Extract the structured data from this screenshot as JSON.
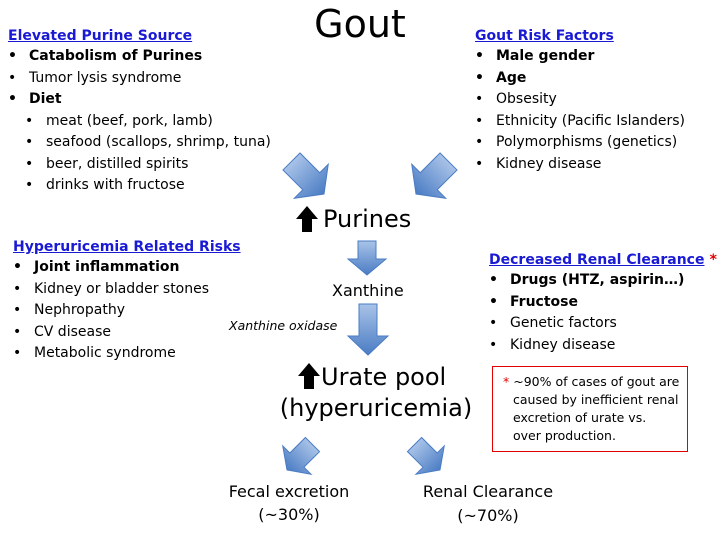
{
  "title": "Gout",
  "purine_source": {
    "heading": "Elevated Purine Source",
    "items": [
      {
        "text": "Catabolism of Purines",
        "bold": true,
        "level": 0
      },
      {
        "text": "Tumor lysis syndrome",
        "bold": false,
        "level": 0
      },
      {
        "text": "Diet",
        "bold": true,
        "level": 0
      },
      {
        "text": "meat (beef, pork, lamb)",
        "bold": false,
        "level": 1
      },
      {
        "text": "seafood (scallops, shrimp, tuna)",
        "bold": false,
        "level": 1
      },
      {
        "text": "beer, distilled spirits",
        "bold": false,
        "level": 1
      },
      {
        "text": "drinks with fructose",
        "bold": false,
        "level": 1
      }
    ]
  },
  "risk_factors": {
    "heading": "Gout Risk Factors",
    "items": [
      {
        "text": "Male gender",
        "bold": true
      },
      {
        "text": "Age",
        "bold": true
      },
      {
        "text": "Obsesity",
        "bold": false
      },
      {
        "text": "Ethnicity (Pacific Islanders)",
        "bold": false
      },
      {
        "text": "Polymorphisms (genetics)",
        "bold": false
      },
      {
        "text": "Kidney disease",
        "bold": false
      }
    ]
  },
  "hyperuricemia_risks": {
    "heading": "Hyperuricemia Related Risks",
    "items": [
      {
        "text": "Joint inflammation",
        "bold": true
      },
      {
        "text": "Kidney or bladder stones",
        "bold": false
      },
      {
        "text": "Nephropathy",
        "bold": false
      },
      {
        "text": "CV disease",
        "bold": false
      },
      {
        "text": "Metabolic syndrome",
        "bold": false
      }
    ]
  },
  "renal_clearance": {
    "heading": "Decreased Renal Clearance",
    "marker": "*",
    "items": [
      {
        "text": "Drugs (HTZ, aspirin…)",
        "bold": true
      },
      {
        "text": "Fructose",
        "bold": true
      },
      {
        "text": "Genetic factors",
        "bold": false
      },
      {
        "text": "Kidney disease",
        "bold": false
      }
    ]
  },
  "flow": {
    "purines": "Purines",
    "xanthine": "Xanthine",
    "enzyme": "Xanthine oxidase",
    "urate_pool": "Urate pool",
    "hyperuricemia": "(hyperuricemia)",
    "fecal_label": "Fecal excretion",
    "fecal_pct": "(~30%)",
    "renal_label": "Renal Clearance",
    "renal_pct": "(~70%)"
  },
  "note": {
    "marker": "*",
    "lines": [
      "~90% of cases of gout are",
      "caused by inefficient renal",
      "excretion of urate vs.",
      "over production."
    ]
  },
  "colors": {
    "heading_blue": "#1a1ad4",
    "arrow_light": "#a9c3e8",
    "arrow_dark": "#4a7cc4",
    "note_red": "#e00000"
  },
  "icons": {
    "up_arrow": "up-arrow-icon",
    "flow_arrow": "block-arrow-icon"
  }
}
